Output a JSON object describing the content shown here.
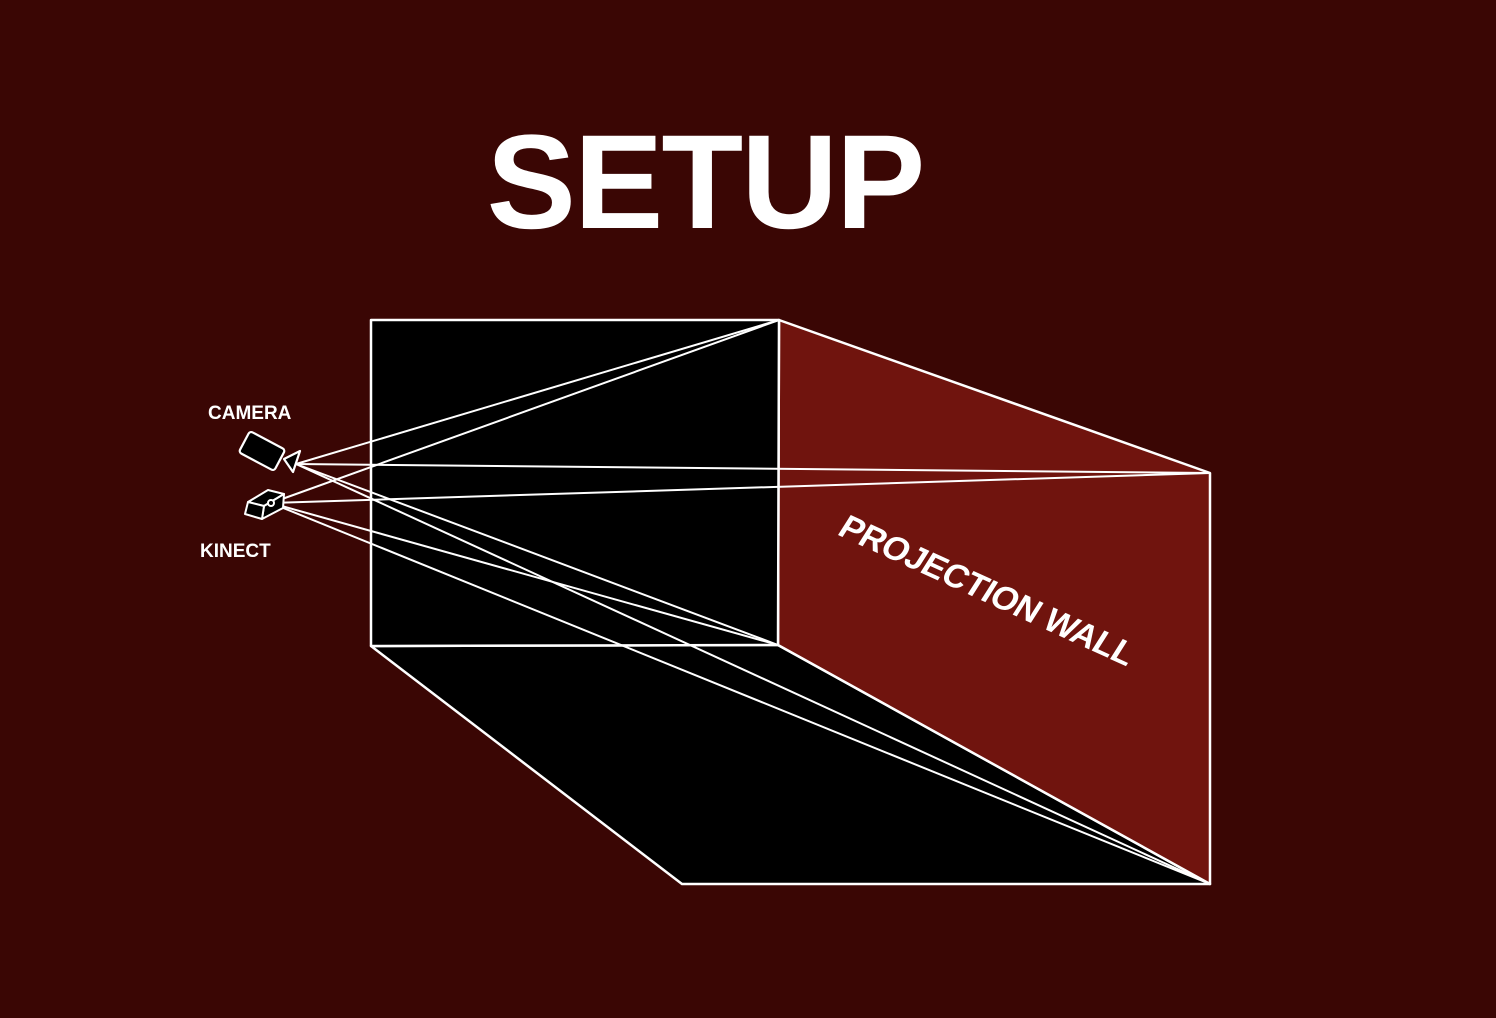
{
  "title": "SETUP",
  "labels": {
    "camera": "CAMERA",
    "kinect": "KINECT",
    "projection_wall": "PROJECTION WALL"
  },
  "icons": {
    "camera": "video-camera-icon",
    "kinect": "depth-sensor-icon"
  },
  "colors": {
    "background": "#3a0604",
    "projection_wall": "#70140e",
    "room_surface": "#000000",
    "stroke": "#ffffff",
    "text": "#ffffff"
  }
}
